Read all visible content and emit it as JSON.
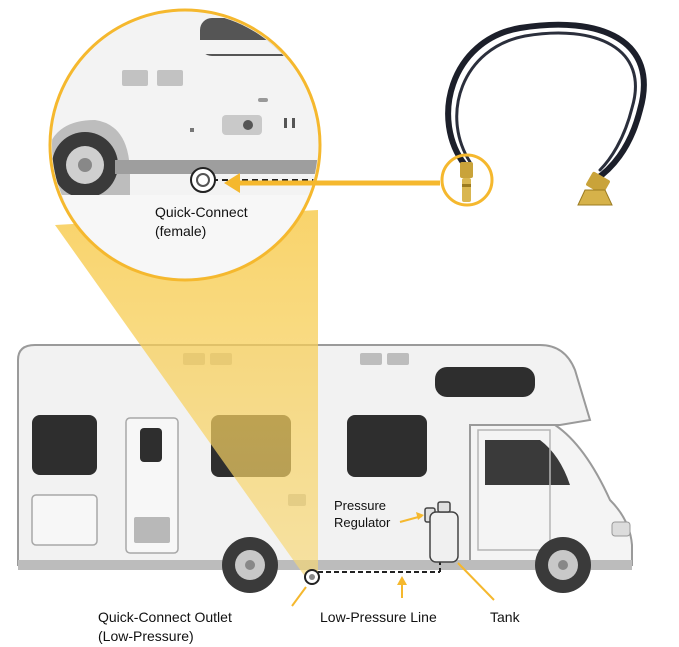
{
  "labels": {
    "quick_connect_female_line1": "Quick-Connect",
    "quick_connect_female_line2": "(female)",
    "pressure_regulator_line1": "Pressure",
    "pressure_regulator_line2": "Regulator",
    "outlet_line1": "Quick-Connect Outlet",
    "outlet_line2": "(Low-Pressure)",
    "low_pressure_line": "Low-Pressure Line",
    "tank": "Tank"
  },
  "colors": {
    "accent_yellow": "#f5b82e",
    "beam_yellow": "#f8d46a",
    "rv_body": "#f2f2f2",
    "rv_outline": "#9a9a9a",
    "window": "#2e2e2e",
    "hose": "#1c1f2a",
    "brass": "#c9a33a"
  },
  "icons": {
    "hose": "propane-hose-icon",
    "arrow": "arrow-left-icon",
    "fitting": "quick-connect-fitting-icon"
  }
}
